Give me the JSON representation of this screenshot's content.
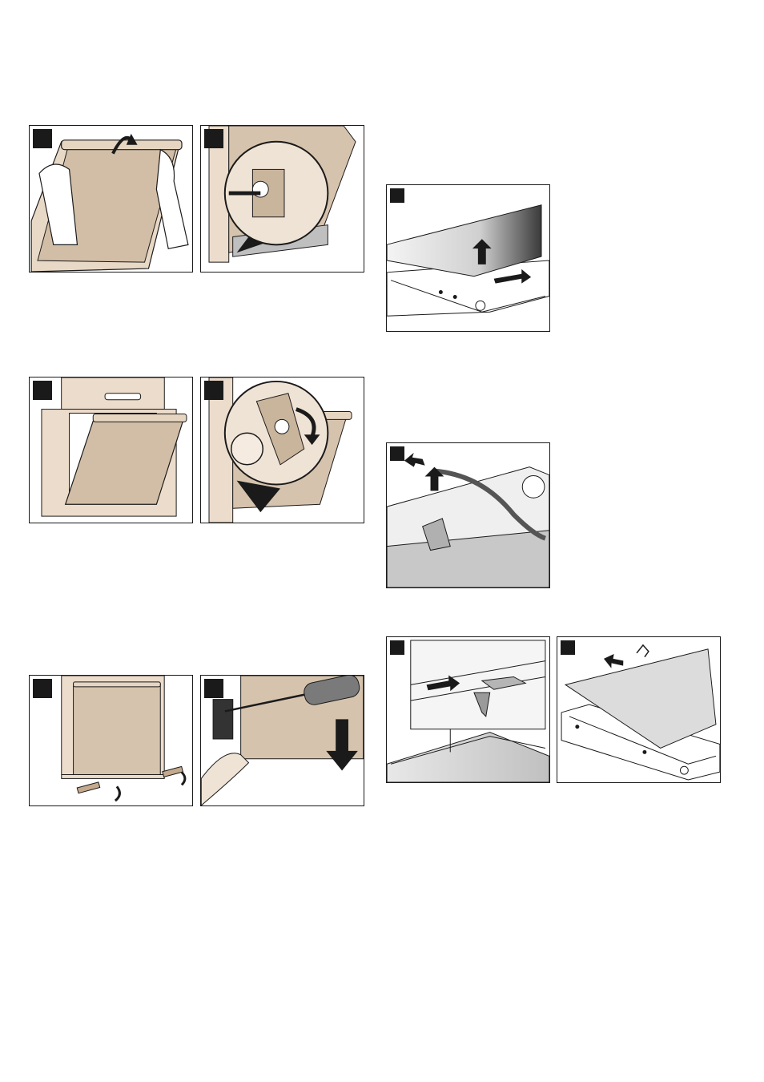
{
  "document": {
    "type": "oven door maintenance instruction figures",
    "figures": [
      {
        "id": "door-lift-hands"
      },
      {
        "id": "hinge-detail-closeup"
      },
      {
        "id": "door-open-angle"
      },
      {
        "id": "hinge-lever-turn-detail"
      },
      {
        "id": "door-bottom-screws"
      },
      {
        "id": "screwdriver-hinge"
      },
      {
        "id": "glass-pane-lift"
      },
      {
        "id": "door-seal-remove"
      },
      {
        "id": "clip-insert-detail"
      },
      {
        "id": "glass-pane-remove-clip"
      }
    ]
  },
  "colors": {
    "door_fill": "#d6c3ad",
    "frame_fill": "#ecdccb",
    "line": "#1a1a1a",
    "grey_fill": "#c8c8c8",
    "badge": "#1a1a1a"
  }
}
